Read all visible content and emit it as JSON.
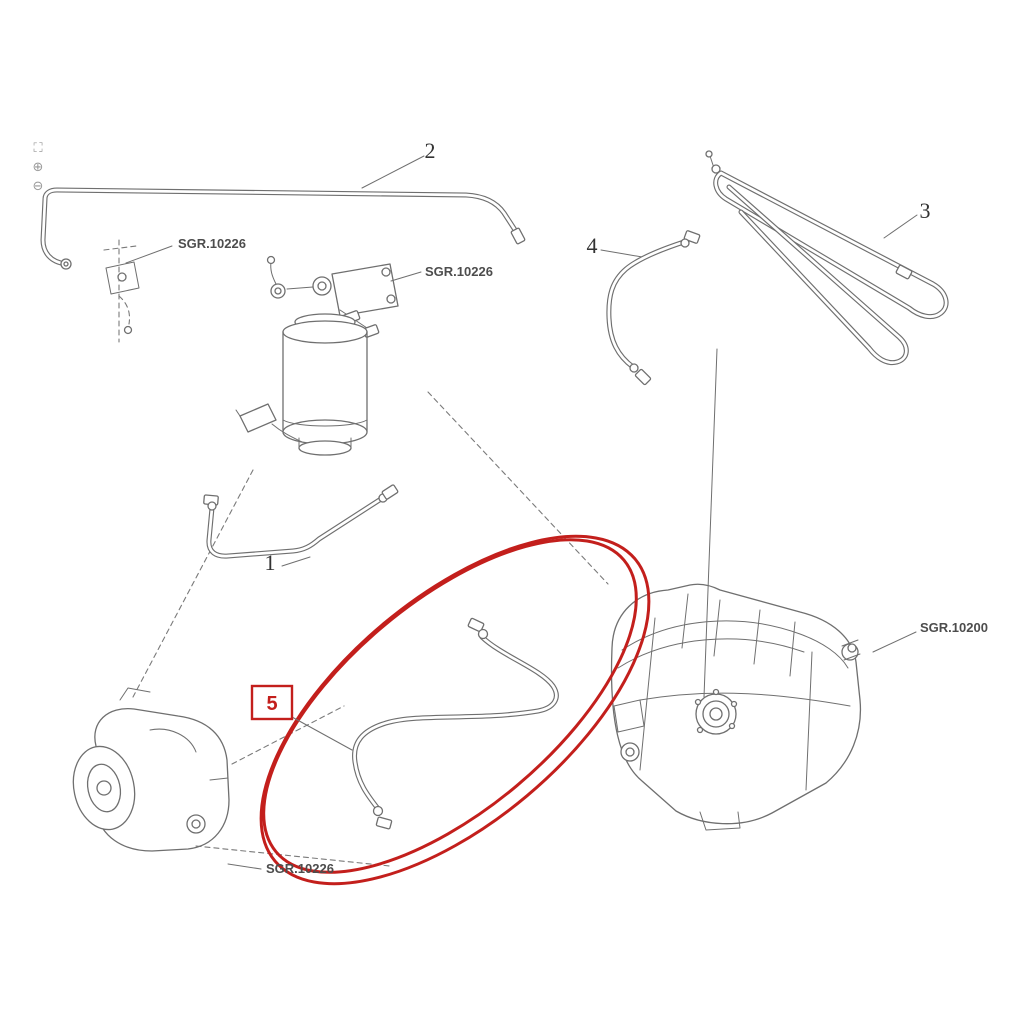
{
  "viewer": {
    "toolbar": {
      "fit_icon": "⛶",
      "zoom_in_icon": "⊕",
      "zoom_out_icon": "⊖"
    }
  },
  "callouts": {
    "part1": "1",
    "part2": "2",
    "part3": "3",
    "part4": "4",
    "part5": "5",
    "sgr_top_left": "SGR.10226",
    "sgr_filter": "SGR.10226",
    "sgr_tank": "SGR.10200",
    "sgr_bottom_left": "SGR.10226"
  },
  "highlight": {
    "highlighted_part": "5",
    "color": "#c31f1c"
  },
  "colors": {
    "line": "#6f6f6f",
    "label_text": "#4d4d4d",
    "background": "#ffffff"
  }
}
